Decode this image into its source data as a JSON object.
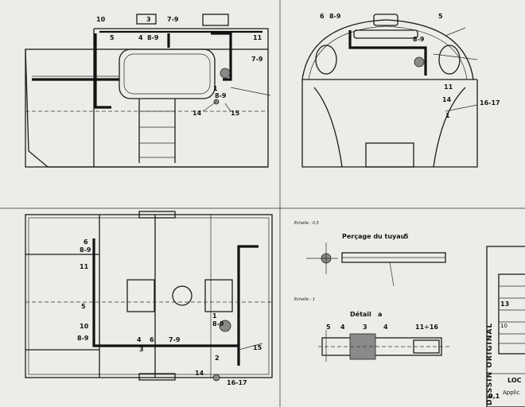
{
  "labels": {
    "n1": "1",
    "n2": "2",
    "n3": "3",
    "n4": "4",
    "n5": "5",
    "n6": "6",
    "n79": "7-9",
    "n89": "8-9",
    "n10": "10",
    "n11": "11",
    "n14": "14",
    "n15": "15",
    "n1617": "16-17",
    "n1116": "11÷16"
  },
  "titles": {
    "percage": "Perçage du tuyau",
    "percage_ref": "5",
    "detail": "Détail",
    "detail_ref": "a",
    "echelle_half": "Echelle : 0,5",
    "echelle_one": "Echelle : 1"
  },
  "title_block": {
    "stamp": "DESSIN ORIGINAL",
    "row_13": "13",
    "row_10": "10",
    "row_01": "0,1",
    "loc": "LOC",
    "applic": "Applic"
  }
}
